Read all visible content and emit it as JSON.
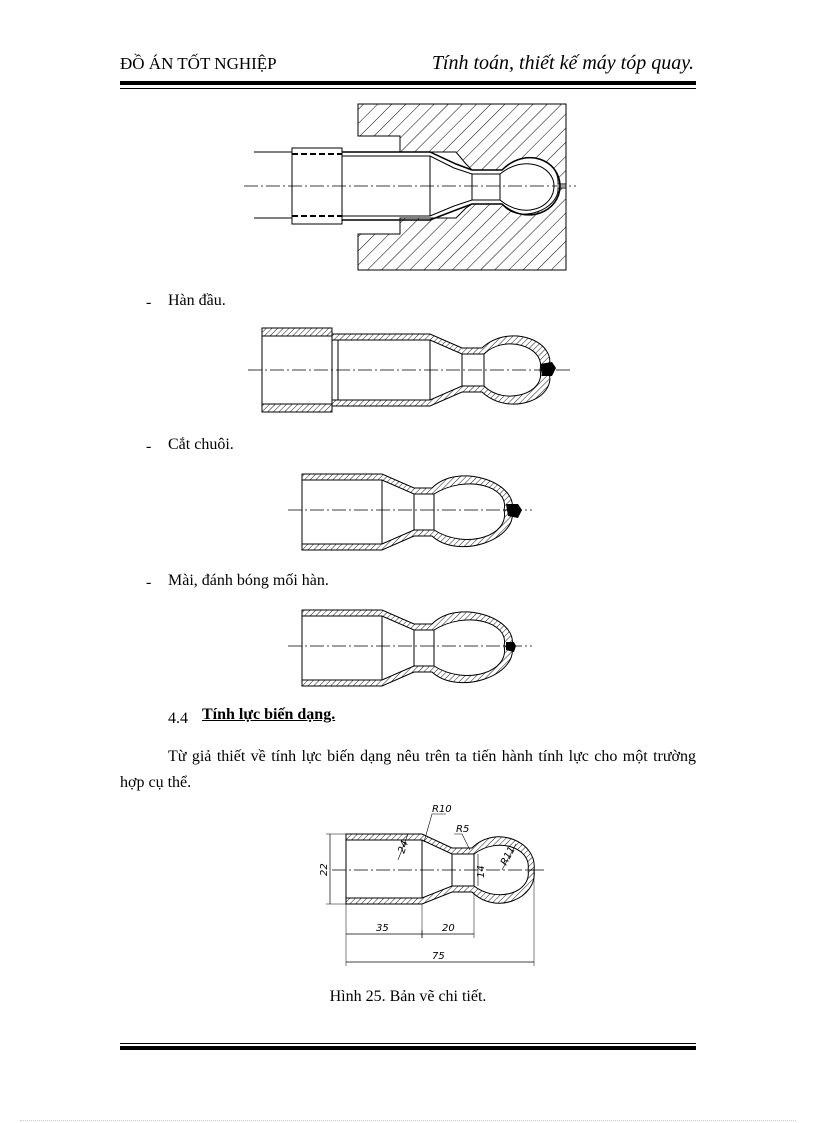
{
  "header": {
    "left": "ĐỒ ÁN TỐT NGHIỆP",
    "right": "Tính toán, thiết kế máy tóp quay."
  },
  "steps": [
    {
      "bullet": "-",
      "label": "Hàn đầu."
    },
    {
      "bullet": "-",
      "label": "Cắt chuôi."
    },
    {
      "bullet": "-",
      "label": "Mài, đánh bóng mối hàn."
    }
  ],
  "section": {
    "number": "4.4",
    "title": "Tính lực biến dạng."
  },
  "paragraph": "Từ giả thiết về tính lực biến dạng nêu trên ta tiến hành tính lực cho một trường hợp cụ thể.",
  "drawing": {
    "dims": {
      "R10": "R10",
      "R5": "R5",
      "R11": "R11",
      "d22": "22",
      "d24": "24",
      "d14": "14",
      "l35": "35",
      "l20": "20",
      "l75": "75"
    }
  },
  "caption": "Hình 25. Bản vẽ chi tiết."
}
